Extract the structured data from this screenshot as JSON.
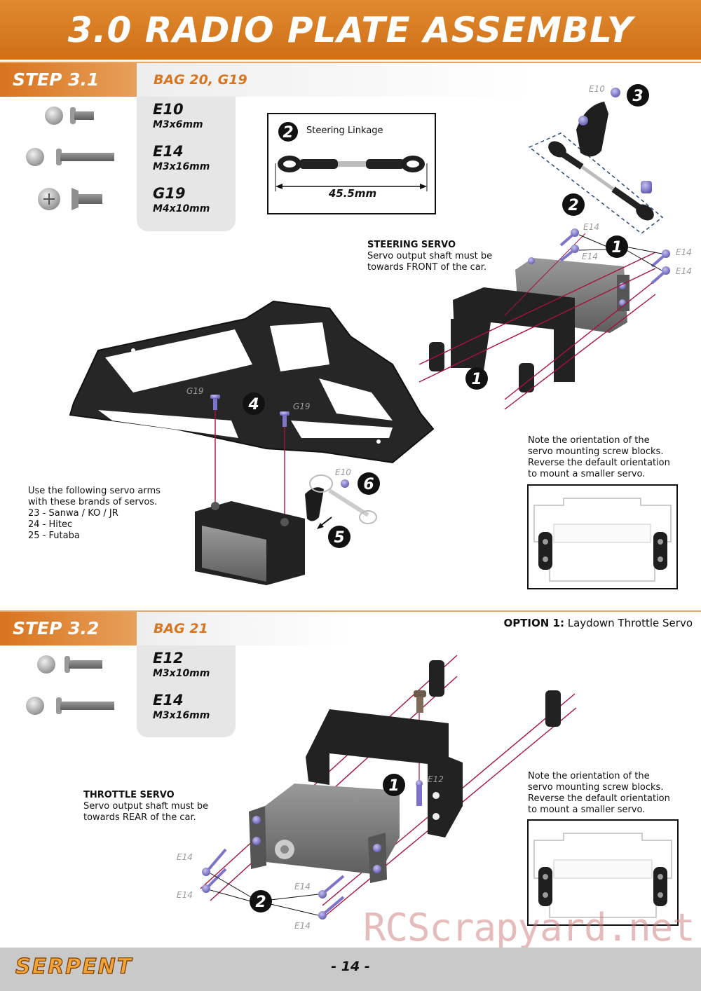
{
  "header": {
    "title": "3.0 RADIO PLATE ASSEMBLY"
  },
  "step1": {
    "label": "STEP 3.1",
    "bag": "BAG 20, G19",
    "parts": [
      {
        "code": "E10",
        "size": "M3x6mm"
      },
      {
        "code": "E14",
        "size": "M3x16mm"
      },
      {
        "code": "G19",
        "size": "M4x10mm"
      }
    ],
    "linkage": {
      "number": "2",
      "label": "Steering Linkage",
      "length": "45.5mm"
    },
    "steering_servo": {
      "title": "STEERING SERVO",
      "text_line1": "Servo output shaft must be",
      "text_line2": "towards FRONT of the car."
    },
    "servo_arms": {
      "line1": "Use the following servo arms",
      "line2": "with these brands of servos.",
      "items": [
        "23 - Sanwa / KO / JR",
        "24 - Hitec",
        "25 - Futaba"
      ]
    },
    "orientation_note": {
      "line1": "Note the orientation of the",
      "line2": "servo mounting screw blocks.",
      "line3": "Reverse the default orientation",
      "line4": "to mount a smaller servo."
    },
    "callouts": [
      "1",
      "2",
      "3",
      "4",
      "5",
      "6"
    ],
    "screw_labels": {
      "e10": "E10",
      "e14": "E14",
      "g19": "G19"
    }
  },
  "step2": {
    "label": "STEP 3.2",
    "bag": "BAG 21",
    "option_label": "OPTION 1:",
    "option_text": "Laydown Throttle Servo",
    "parts": [
      {
        "code": "E12",
        "size": "M3x10mm"
      },
      {
        "code": "E14",
        "size": "M3x16mm"
      }
    ],
    "throttle_servo": {
      "title": "THROTTLE SERVO",
      "text_line1": "Servo output shaft must be",
      "text_line2": "towards REAR of the car."
    },
    "orientation_note": {
      "line1": "Note the orientation of the",
      "line2": "servo mounting screw blocks.",
      "line3": "Reverse the default orientation",
      "line4": "to mount a smaller servo."
    },
    "callouts": [
      "1",
      "2"
    ],
    "screw_labels": {
      "e12": "E12",
      "e14": "E14"
    }
  },
  "footer": {
    "brand": "SERPENT",
    "page": "- 14 -"
  },
  "watermark": "RCScrapyard.net",
  "colors": {
    "orange": "#d9741f",
    "screw_purple": "#7b74c9",
    "guide_line": "#a8123a",
    "part_dark": "#2a2a2a"
  }
}
